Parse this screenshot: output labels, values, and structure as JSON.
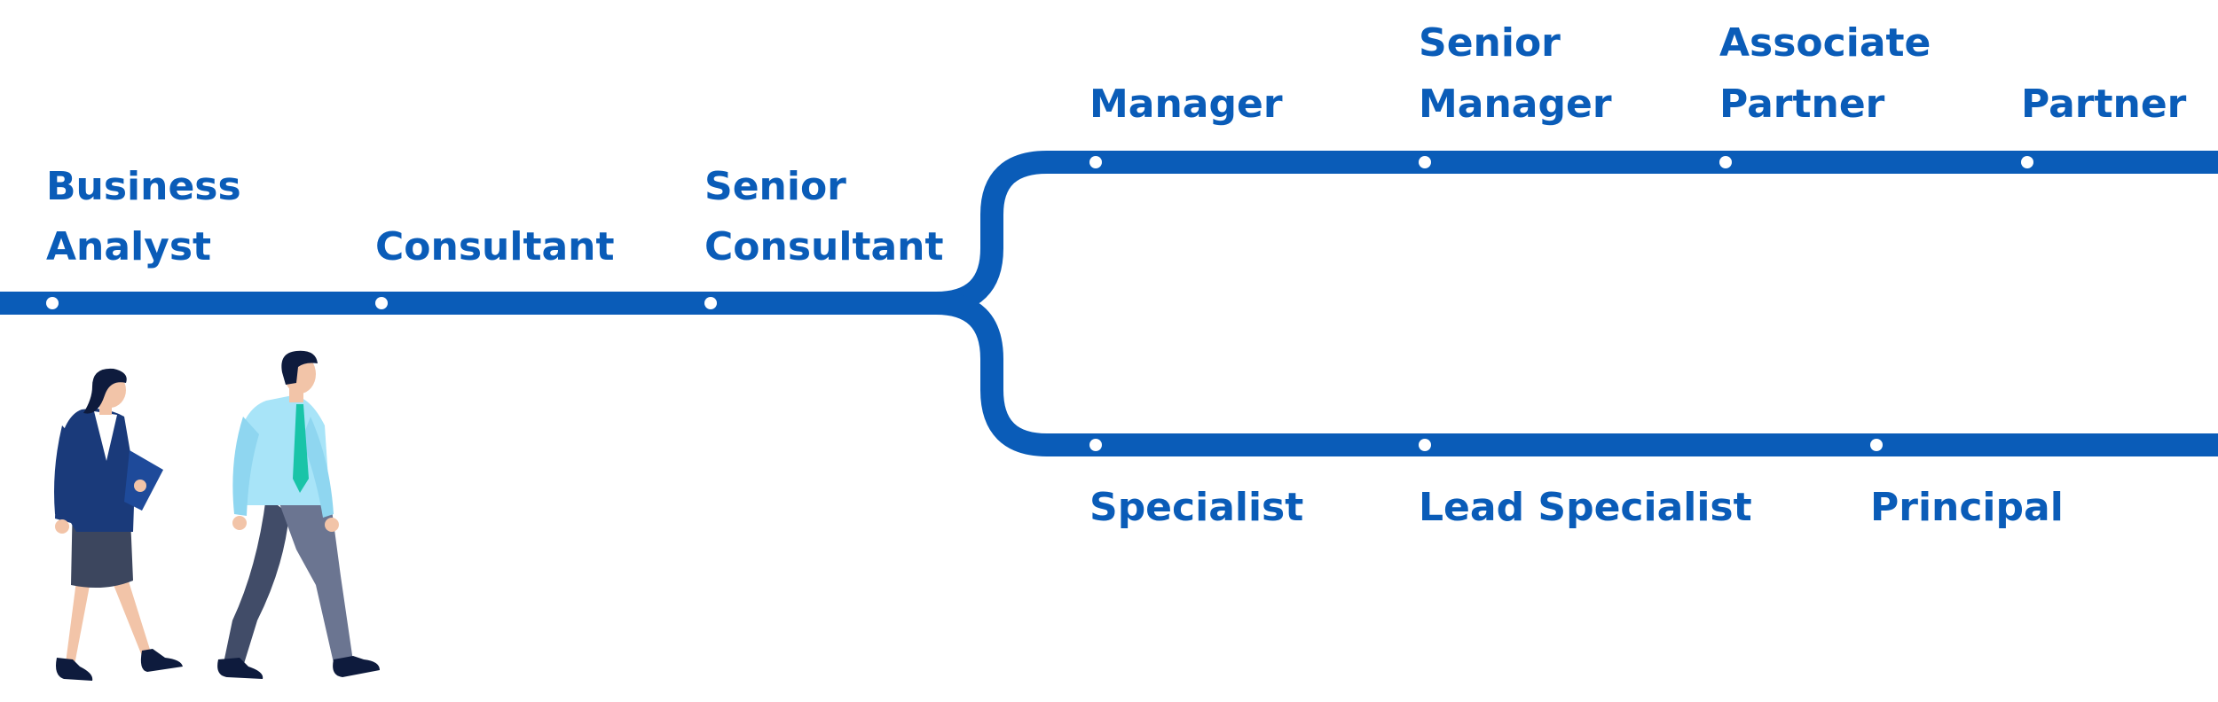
{
  "colors": {
    "track": "#0a5cb8",
    "label": "#0a5cb8",
    "station_dot": "#ffffff",
    "background": "#ffffff"
  },
  "main_track": {
    "stations": [
      {
        "lines": [
          "Business",
          "Analyst"
        ]
      },
      {
        "lines": [
          "Consultant"
        ]
      },
      {
        "lines": [
          "Senior",
          "Consultant"
        ]
      }
    ]
  },
  "upper_branch": {
    "stations": [
      {
        "lines": [
          "Manager"
        ]
      },
      {
        "lines": [
          "Senior",
          "Manager"
        ]
      },
      {
        "lines": [
          "Associate",
          "Partner"
        ]
      },
      {
        "lines": [
          "Partner"
        ]
      }
    ]
  },
  "lower_branch": {
    "stations": [
      {
        "lines": [
          "Specialist"
        ]
      },
      {
        "lines": [
          "Lead Specialist"
        ]
      },
      {
        "lines": [
          "Principal"
        ]
      }
    ]
  },
  "illustration": {
    "figures": [
      "woman-walking-icon",
      "man-walking-icon"
    ]
  }
}
